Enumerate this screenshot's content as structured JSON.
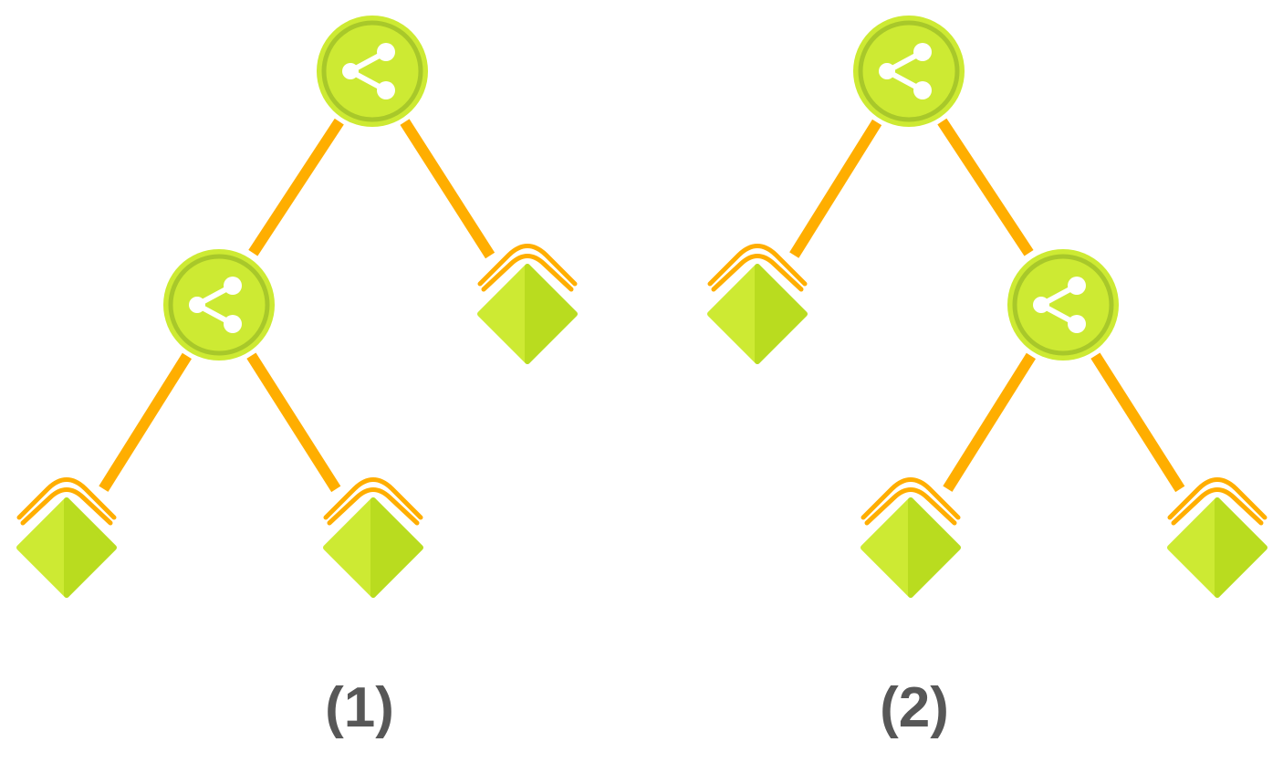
{
  "colors": {
    "edge": "#ffae00",
    "node_fill": "#cdea33",
    "node_ring": "#a8c82a",
    "leaf_light": "#cdea33",
    "leaf_dark": "#b9dc1f",
    "icon": "#ffffff",
    "caption": "#575757"
  },
  "icons": {
    "internal_node": "share-icon",
    "leaf_node": "diamond-leaf-icon"
  },
  "diagrams": [
    {
      "caption": "(1)",
      "nodes": [
        {
          "id": "root",
          "kind": "internal"
        },
        {
          "id": "left",
          "kind": "internal"
        },
        {
          "id": "right-leaf",
          "kind": "leaf"
        },
        {
          "id": "left-left-leaf",
          "kind": "leaf"
        },
        {
          "id": "left-right-leaf",
          "kind": "leaf"
        }
      ],
      "edges": [
        [
          "root",
          "left"
        ],
        [
          "root",
          "right-leaf"
        ],
        [
          "left",
          "left-left-leaf"
        ],
        [
          "left",
          "left-right-leaf"
        ]
      ]
    },
    {
      "caption": "(2)",
      "nodes": [
        {
          "id": "root",
          "kind": "internal"
        },
        {
          "id": "left-leaf",
          "kind": "leaf"
        },
        {
          "id": "right",
          "kind": "internal"
        },
        {
          "id": "right-left-leaf",
          "kind": "leaf"
        },
        {
          "id": "right-right-leaf",
          "kind": "leaf"
        }
      ],
      "edges": [
        [
          "root",
          "left-leaf"
        ],
        [
          "root",
          "right"
        ],
        [
          "right",
          "right-left-leaf"
        ],
        [
          "right",
          "right-right-leaf"
        ]
      ]
    }
  ]
}
